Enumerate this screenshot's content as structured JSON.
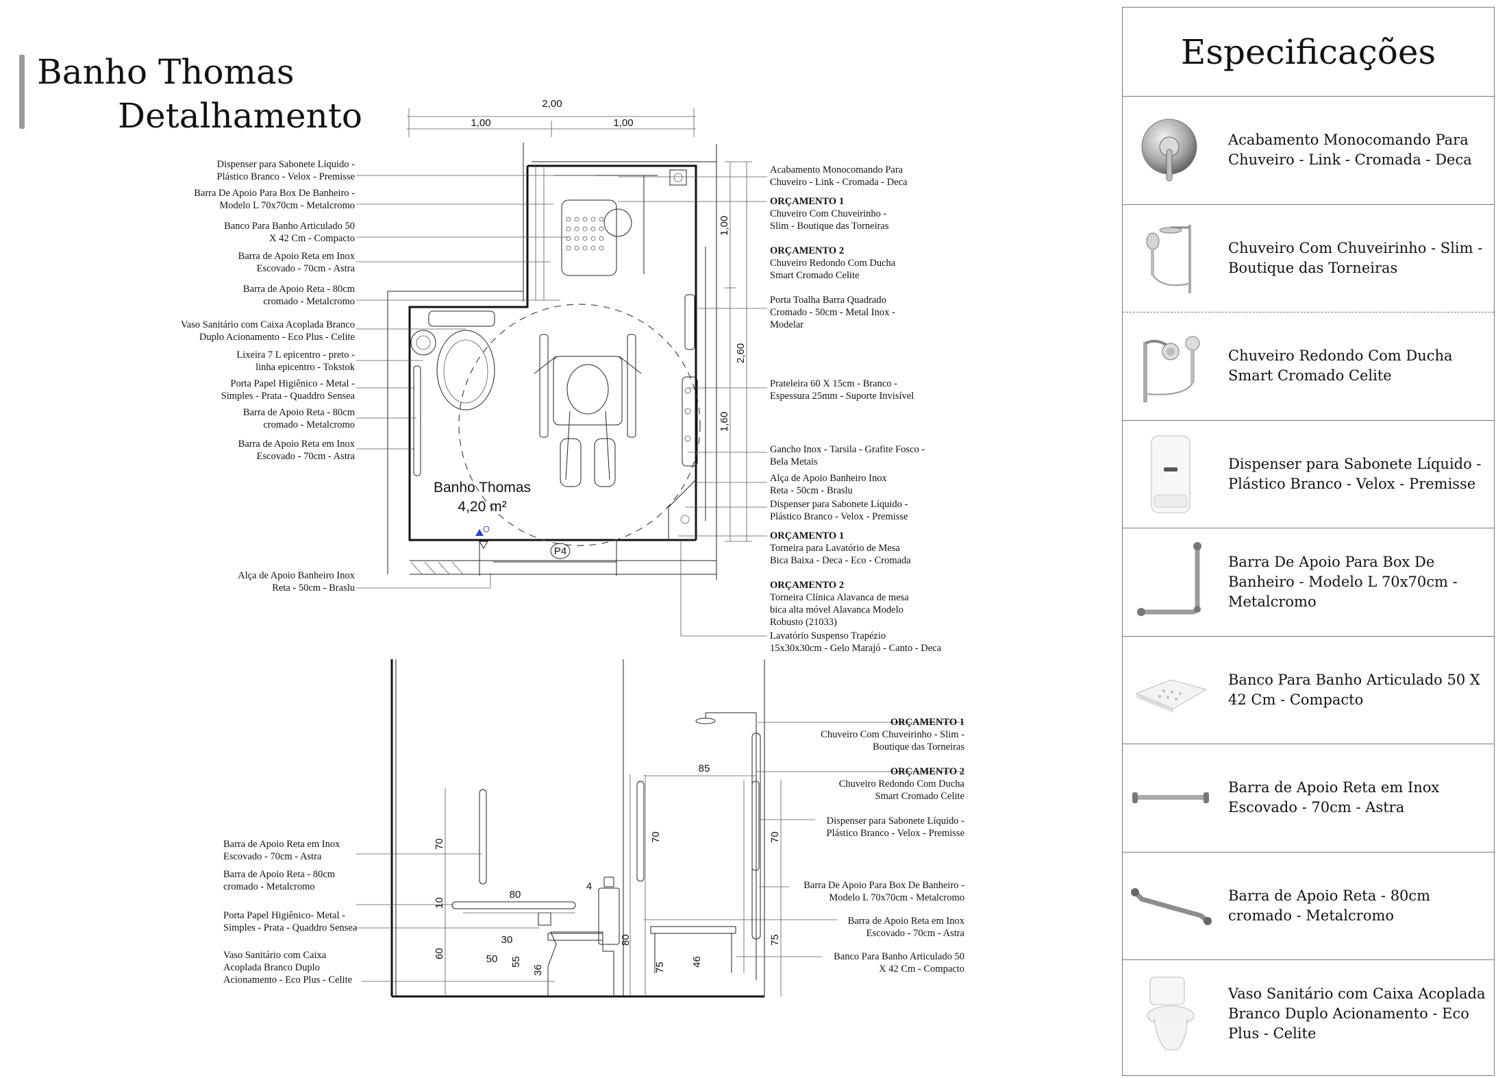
{
  "title": {
    "line1": "Banho Thomas",
    "line2": "Detalhamento"
  },
  "plan": {
    "room_name": "Banho Thomas",
    "room_area": "4,20 m²",
    "door_tag": "P4",
    "dims": {
      "top_total": "2,00",
      "top_left": "1,00",
      "top_right": "1,00",
      "right_a": "1,00",
      "right_b": "2,60",
      "right_c": "1,60"
    },
    "left_labels": [
      [
        "Dispenser para Sabonete Líquido -",
        "Plástico Branco - Velox - Premisse"
      ],
      [
        "Barra De Apoio Para Box De Banheiro -",
        "Modelo L 70x70cm - Metalcromo"
      ],
      [
        "Banco Para Banho Articulado 50",
        "X 42 Cm - Compacto"
      ],
      [
        "Barra de Apoio Reta em Inox",
        "Escovado - 70cm - Astra"
      ],
      [
        "Barra de Apoio Reta - 80cm",
        "cromado - Metalcromo"
      ],
      [
        "Vaso Sanitário com Caixa Acoplada Branco",
        "Duplo Acionamento - Eco Plus - Celite"
      ],
      [
        "Lixeira 7 L epicentro - preto -",
        "linha epicentro - Tokstok"
      ],
      [
        "Porta Papel Higiênico - Metal -",
        "Simples - Prata - Quaddro Sensea"
      ],
      [
        "Barra de Apoio Reta - 80cm",
        "cromado - Metalcromo"
      ],
      [
        "Barra de Apoio Reta em Inox",
        "Escovado - 70cm - Astra"
      ],
      [
        "Alça de Apoio Banheiro Inox",
        "Reta - 50cm - Braslu"
      ]
    ],
    "right_labels": {
      "r1": [
        "Acabamento Monocomando Para",
        "Chuveiro - Link - Cromada - Deca"
      ],
      "r2_head": "ORÇAMENTO 1",
      "r2": [
        "Chuveiro Com Chuveirinho -",
        "Slim - Boutique das Torneiras"
      ],
      "r3_head": "ORÇAMENTO 2",
      "r3": [
        "Chuveiro Redondo Com Ducha",
        "Smart Cromado Celite"
      ],
      "r4": [
        "Porta Toalha Barra Quadrado",
        "Cromado - 50cm - Metal Inox -",
        "Modelar"
      ],
      "r5": [
        "Prateleira 60 X 15cm - Branco -",
        "Espessura 25mm - Suporte Invisível"
      ],
      "r6": [
        "Gancho Inox - Tarsila - Grafite Fosco -",
        "Bela Metais"
      ],
      "r7": [
        "Alça de Apoio Banheiro Inox",
        "Reta - 50cm - Braslu"
      ],
      "r8": [
        "Dispenser para Sabonete Líquido -",
        "Plástico Branco - Velox - Premisse"
      ],
      "r9_head": "ORÇAMENTO 1",
      "r9": [
        "Torneira para Lavatório de Mesa",
        "Bica Baixa - Deca - Eco - Cromada"
      ],
      "r10_head": "ORÇAMENTO 2",
      "r10": [
        "Torneira Clínica Alavanca de mesa",
        "bica alta móvel Alavanca Modelo",
        "Robusto (21033)"
      ],
      "r11": [
        "Lavatório Suspenso Trapézio",
        "15x30x30cm - Gelo Marajó - Canto - Deca"
      ]
    }
  },
  "elevation": {
    "left_labels": [
      [
        "Barra de Apoio Reta em Inox",
        "Escovado - 70cm - Astra"
      ],
      [
        "Barra de Apoio Reta - 80cm",
        "cromado - Metalcromo"
      ],
      [
        "Porta Papel Higiênico-  Metal -",
        "Simples - Prata - Quaddro Sensea"
      ],
      [
        "Vaso Sanitário com Caixa",
        "Acoplada Branco Duplo",
        "Acionamento - Eco Plus - Celite"
      ]
    ],
    "right_labels": {
      "e1_head": "ORÇAMENTO 1",
      "e1": [
        "Chuveiro Com Chuveirinho - Slim -",
        "Boutique das Torneiras"
      ],
      "e2_head": "ORÇAMENTO 2",
      "e2": [
        "Chuveiro Redondo Com Ducha",
        "Smart Cromado Celite"
      ],
      "e3": [
        "Dispenser para Sabonete Líquido -",
        "Plástico Branco - Velox - Premisse"
      ],
      "e4": [
        "Barra De Apoio Para Box De Banheiro -",
        "Modelo L 70x70cm - Metalcromo"
      ],
      "e5": [
        "Barra de Apoio Reta em Inox",
        "Escovado - 70cm - Astra"
      ],
      "e6": [
        "Banco Para Banho Articulado 50",
        "X 42 Cm - Compacto"
      ]
    },
    "dims": {
      "d70a": "70",
      "d10": "10",
      "d60": "60",
      "d80": "80",
      "d30": "30",
      "d50": "50",
      "d55": "55",
      "d36": "36",
      "d4": "4",
      "d80v": "80",
      "d85": "85",
      "d70b": "70",
      "d75a": "75",
      "d46": "46",
      "d70c": "70",
      "d75b": "75"
    }
  },
  "specs": {
    "heading": "Especificações",
    "items": [
      {
        "icon": "shower-mixer-icon",
        "text": "Acabamento Monocomando Para Chuveiro - Link - Cromada - Deca"
      },
      {
        "icon": "shower-set-slim-icon",
        "text": "Chuveiro Com Chuveirinho - Slim - Boutique das Torneiras"
      },
      {
        "icon": "shower-set-round-icon",
        "text": "Chuveiro Redondo Com Ducha Smart Cromado Celite"
      },
      {
        "icon": "soap-dispenser-icon",
        "text": "Dispenser para Sabonete Líquido - Plástico Branco - Velox - Premisse"
      },
      {
        "icon": "l-grab-bar-icon",
        "text": "Barra De Apoio Para Box De Banheiro - Modelo L 70x70cm - Metalcromo"
      },
      {
        "icon": "shower-bench-icon",
        "text": "Banco Para Banho Articulado 50 X 42 Cm - Compacto"
      },
      {
        "icon": "straight-grab-bar-icon",
        "text": "Barra de Apoio Reta em Inox Escovado - 70cm - Astra"
      },
      {
        "icon": "chrome-grab-bar-icon",
        "text": "Barra de Apoio Reta - 80cm cromado - Metalcromo"
      },
      {
        "icon": "toilet-icon",
        "text": "Vaso Sanitário com Caixa Acoplada Branco Duplo Acionamento - Eco Plus - Celite"
      }
    ]
  }
}
